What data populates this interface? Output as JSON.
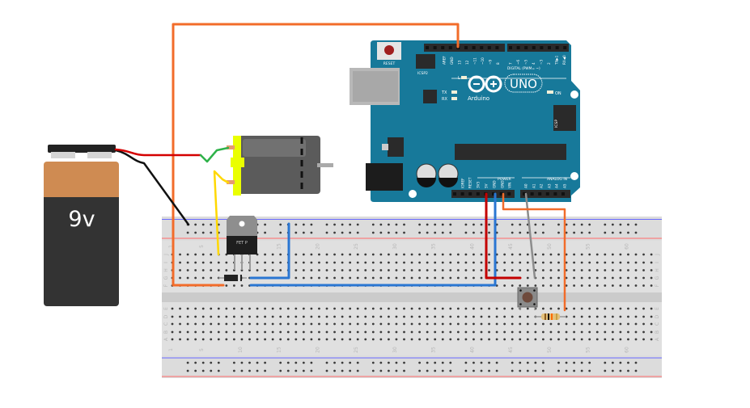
{
  "battery": {
    "label": "9v"
  },
  "mosfet": {
    "label": "FET P"
  },
  "arduino": {
    "brand": "Arduino",
    "model": "UNO",
    "reset_label": "RESET",
    "icsp2_label": "ICSP2",
    "icsp_label": "ICSP",
    "led_l": "L",
    "led_tx": "TX",
    "led_rx": "RX",
    "led_on": "ON",
    "digital_label": "DIGITAL (PWM= ~)",
    "power_label": "POWER",
    "analog_label": "ANALOG IN",
    "top_pins": [
      "AREF",
      "GND",
      "13",
      "12",
      "~11",
      "~10",
      "~9",
      "8",
      "7",
      "~6",
      "~5",
      "4",
      "~3",
      "2",
      "TX▶1",
      "RX◀0"
    ],
    "bottom_pins": [
      "IOREF",
      "RESET",
      "3V3",
      "5V",
      "GND",
      "GND",
      "VIN",
      "A0",
      "A1",
      "A2",
      "A3",
      "A4",
      "A5"
    ],
    "color": "#17799a"
  },
  "breadboard": {
    "column_labels": [
      "1",
      "5",
      "10",
      "15",
      "20",
      "25",
      "30",
      "35",
      "40",
      "45",
      "50",
      "55",
      "60"
    ],
    "row_labels_top": [
      "J",
      "I",
      "H",
      "G",
      "F"
    ],
    "row_labels_bottom": [
      "E",
      "D",
      "C",
      "B",
      "A"
    ]
  },
  "wire_colors": {
    "orange": "#f26c2a",
    "red": "#d40000",
    "black": "#111111",
    "blue": "#2a76d2",
    "yellow": "#ffd800",
    "green": "#2fb24a",
    "gray": "#8c8c8c"
  }
}
